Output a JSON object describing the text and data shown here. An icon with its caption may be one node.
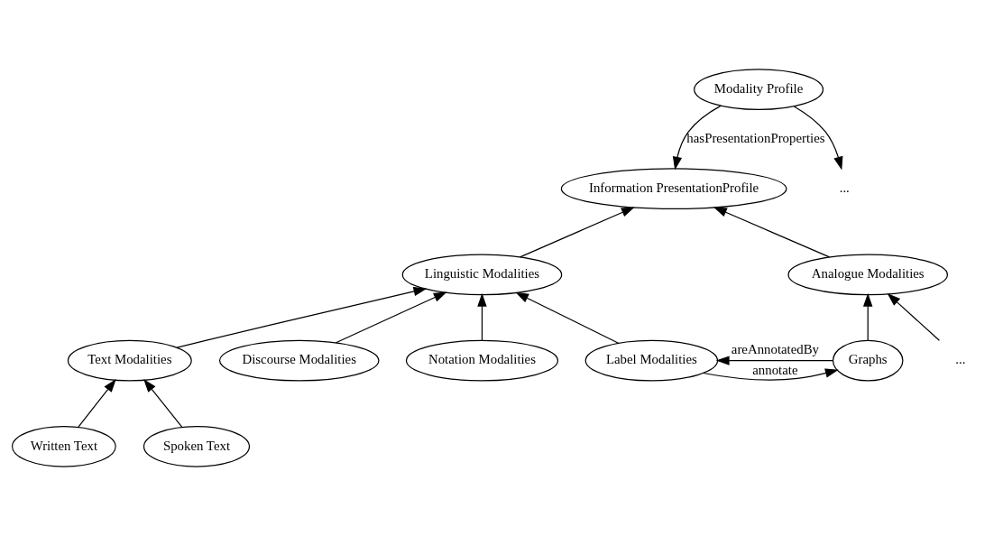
{
  "diagram": {
    "nodes": [
      {
        "text": [
          "Modality Profile"
        ]
      },
      {
        "text": [
          "Information PresentationProfile"
        ]
      },
      {
        "text": [
          "..."
        ]
      },
      {
        "text": [
          "Linguistic Modalities"
        ]
      },
      {
        "text": [
          "Analogue Modalities"
        ]
      },
      {
        "text": [
          "Text Modalities"
        ]
      },
      {
        "text": [
          "Discourse Modalities"
        ]
      },
      {
        "text": [
          "Notation Modalities"
        ]
      },
      {
        "text": [
          "Label Modalities"
        ]
      },
      {
        "text": [
          "Graphs"
        ]
      },
      {
        "text": [
          "..."
        ]
      },
      {
        "text": [
          "Written Text"
        ]
      },
      {
        "text": [
          "Spoken Text"
        ]
      }
    ],
    "edges": [
      {
        "from": 0,
        "to": 1,
        "arrow": "to",
        "label": "hasPresentationProperties"
      },
      {
        "from": 0,
        "to": 2,
        "arrow": "to"
      },
      {
        "from": 3,
        "to": 1,
        "arrow": "to"
      },
      {
        "from": 4,
        "to": 1,
        "arrow": "to"
      },
      {
        "from": 5,
        "to": 3,
        "arrow": "to"
      },
      {
        "from": 6,
        "to": 3,
        "arrow": "to"
      },
      {
        "from": 7,
        "to": 3,
        "arrow": "to"
      },
      {
        "from": 8,
        "to": 3,
        "arrow": "to"
      },
      {
        "from": 8,
        "to": 9,
        "arrow": "to",
        "label": "annotate"
      },
      {
        "from": 9,
        "to": 8,
        "arrow": "to",
        "label": "areAnnotatedBy"
      },
      {
        "from": 9,
        "to": 4,
        "arrow": "to"
      },
      {
        "from": 10,
        "to": 4,
        "arrow": "to"
      },
      {
        "from": 11,
        "to": 5,
        "arrow": "to"
      },
      {
        "from": 12,
        "to": 5,
        "arrow": "to"
      }
    ]
  }
}
